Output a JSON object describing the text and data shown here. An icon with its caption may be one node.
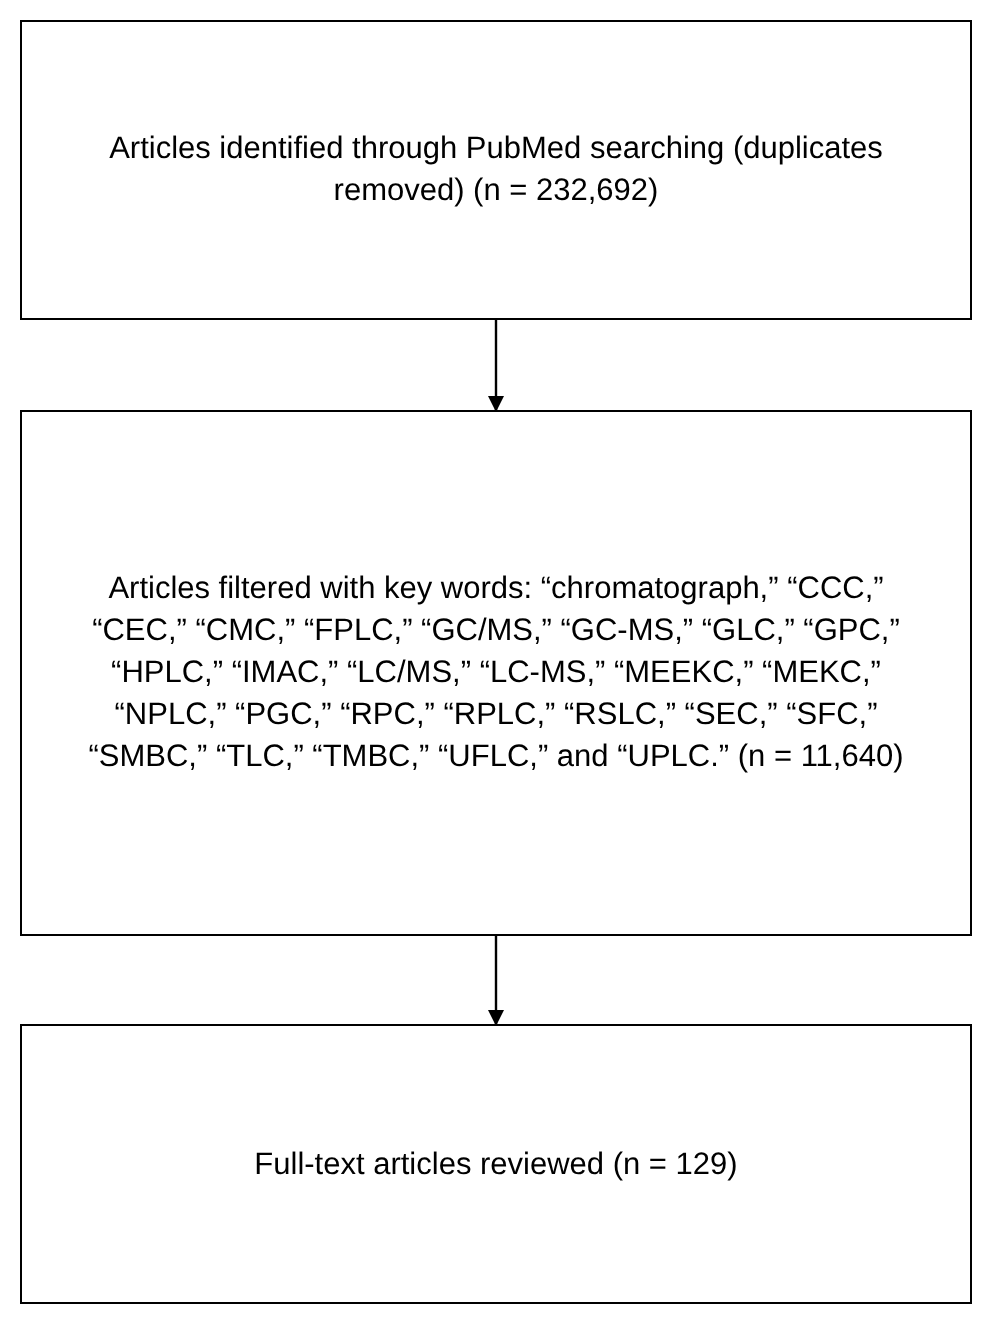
{
  "diagram": {
    "nodes": [
      {
        "text": [
          "Articles identified through PubMed searching (duplicates removed) (n = 232,692)"
        ]
      },
      {
        "text": [
          "Articles filtered with key words: “chromatograph,” “CCC,” “CEC,” “CMC,” “FPLC,” “GC/MS,” “GC-MS,” “GLC,” “GPC,” “HPLC,” “IMAC,” “LC/MS,” “LC-MS,” “MEEKC,” “MEKC,” “NPLC,” “PGC,” “RPC,” “RPLC,” “RSLC,” “SEC,” “SFC,” “SMBC,” “TLC,” “TMBC,” “UFLC,” and “UPLC.” (n = 11,640)"
        ]
      },
      {
        "text": [
          "Full-text articles reviewed (n = 129)"
        ]
      }
    ],
    "edges": [
      {
        "from": 0,
        "to": 1,
        "arrow": "to"
      },
      {
        "from": 1,
        "to": 2,
        "arrow": "to"
      }
    ]
  }
}
